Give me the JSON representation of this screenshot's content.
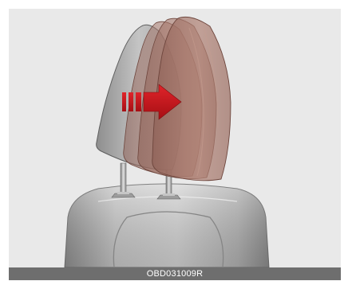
{
  "figure": {
    "caption": "OBD031009R",
    "icons": {
      "arrow": "right-arrow-icon",
      "seat": "seat-back-illustration",
      "headrest": "headrest-illustration"
    },
    "colors": {
      "panel_background": "#e9e9e9",
      "caption_bar": "#6e6e6e",
      "arrow": "#c8161d",
      "headrest_tint": "#9c6a5c",
      "seat_gray": "#b9b9b9"
    }
  }
}
